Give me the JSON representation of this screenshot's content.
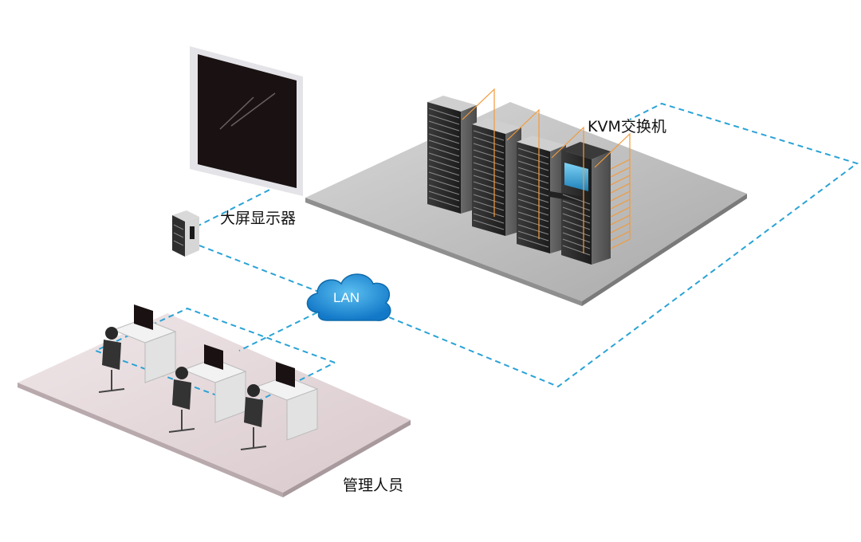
{
  "labels": {
    "display": "大屏显示器",
    "kvm": "KVM交换机",
    "lan": "LAN",
    "staff": "管理人员"
  },
  "colors": {
    "link": "#2aa3d6",
    "cloud": "#1f8fd6",
    "rack": "#2a2a2a",
    "cable": "#f39a3a",
    "screen": "#1a1212",
    "server_floor": "#b9b9b9",
    "office_floor": "#e6d9dc"
  },
  "icons": {
    "display": "wall-display-icon",
    "matrix": "video-matrix-icon",
    "cloud": "network-cloud-icon",
    "rack": "server-rack-icon",
    "kvm": "kvm-console-icon",
    "workstation": "operator-workstation-icon"
  }
}
